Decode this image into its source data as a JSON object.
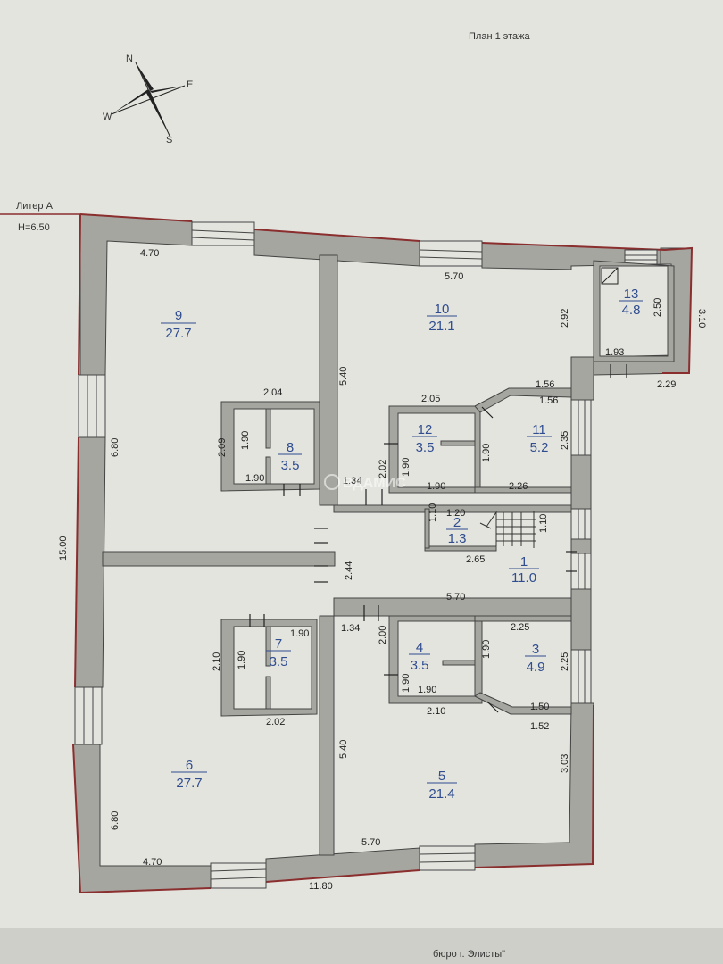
{
  "plan": {
    "title": "План 1 этажа",
    "liter": "Литер А",
    "height": "Н=6.50",
    "watermark": "ВДАМИС",
    "footer": "бюро г. Элисты\""
  },
  "compass": {
    "n": "N",
    "e": "E",
    "s": "S",
    "w": "W"
  },
  "rooms": [
    {
      "id": "9",
      "area": "27.7"
    },
    {
      "id": "10",
      "area": "21.1"
    },
    {
      "id": "13",
      "area": "4.8"
    },
    {
      "id": "8",
      "area": "3.5"
    },
    {
      "id": "12",
      "area": "3.5"
    },
    {
      "id": "11",
      "area": "5.2"
    },
    {
      "id": "2",
      "area": "1.3"
    },
    {
      "id": "1",
      "area": "11.0"
    },
    {
      "id": "7",
      "area": "3.5"
    },
    {
      "id": "4",
      "area": "3.5"
    },
    {
      "id": "3",
      "area": "4.9"
    },
    {
      "id": "6",
      "area": "27.7"
    },
    {
      "id": "5",
      "area": "21.4"
    }
  ],
  "dims": [
    "4.70",
    "5.70",
    "3.10",
    "2.50",
    "1.93",
    "2.29",
    "2.92",
    "5.40",
    "2.04",
    "2.09",
    "1.90",
    "1.90",
    "6.80",
    "2.05",
    "1.56",
    "1.56",
    "1.90",
    "1.90",
    "2.35",
    "1.34",
    "2.02",
    "1.90",
    "2.26",
    "1.10",
    "1.20",
    "1.10",
    "2.65",
    "15.00",
    "2.44",
    "5.70",
    "1.34",
    "2.00",
    "2.25",
    "1.90",
    "2.10",
    "1.90",
    "1.90",
    "1.90",
    "2.25",
    "1.90",
    "2.10",
    "1.50",
    "2.02",
    "1.52",
    "5.40",
    "3.03",
    "6.80",
    "4.70",
    "5.70",
    "11.80"
  ]
}
